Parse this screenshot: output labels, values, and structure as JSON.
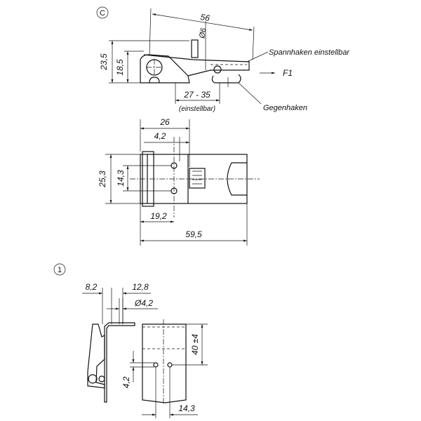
{
  "view_c": {
    "marker": "C",
    "dim_length": "56",
    "dim_diameter": "Ø6",
    "dim_height_total": "23,5",
    "dim_height_pivot": "18,5",
    "label_hook": "Spannhaken einstellbar",
    "label_force": "F1",
    "dim_adjust": "27 - 35",
    "dim_adjust_note": "(einstellbar)",
    "label_counter_hook": "Gegenhaken"
  },
  "view_top": {
    "dim_width_26": "26",
    "dim_hole_offset": "4,2",
    "dim_height_253": "25,3",
    "dim_hole_spacing": "14,3",
    "dim_192": "19,2",
    "dim_total_length": "59,5"
  },
  "view_1": {
    "marker": "1",
    "dim_82": "8,2",
    "dim_128": "12,8",
    "dim_hole": "Ø4,2",
    "dim_40": "40 ±4",
    "dim_42": "4,2",
    "dim_143": "14,3"
  }
}
